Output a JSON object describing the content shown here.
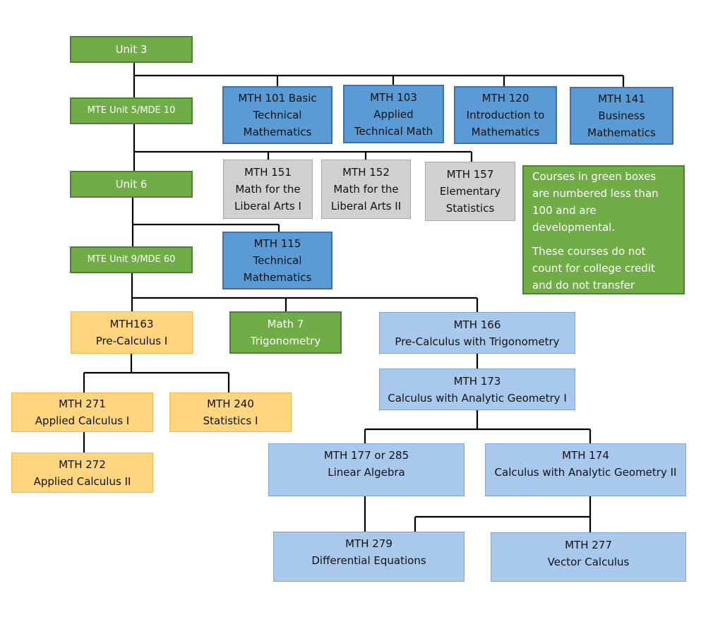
{
  "nodes": {
    "unit3": {
      "line1": "Unit 3"
    },
    "mte_unit5": {
      "line1": "MTE Unit 5/MDE 10"
    },
    "unit6": {
      "line1": "Unit 6"
    },
    "mte_unit9": {
      "line1": "MTE Unit 9/MDE 60"
    },
    "mth101": {
      "line1": "MTH 101 Basic",
      "line2": "Technical",
      "line3": "Mathematics"
    },
    "mth103": {
      "line1": "MTH 103",
      "line2": "Applied",
      "line3": "Technical Math"
    },
    "mth120": {
      "line1": "MTH 120",
      "line2": "Introduction to",
      "line3": "Mathematics"
    },
    "mth141": {
      "line1": "MTH 141",
      "line2": "Business",
      "line3": "Mathematics"
    },
    "mth151": {
      "line1": "MTH 151",
      "line2": "Math for the",
      "line3": "Liberal Arts I"
    },
    "mth152": {
      "line1": "MTH 152",
      "line2": "Math for the",
      "line3": "Liberal Arts II"
    },
    "mth157": {
      "line1": "MTH 157",
      "line2": "Elementary",
      "line3": "Statistics"
    },
    "mth115": {
      "line1": "MTH 115",
      "line2": "Technical",
      "line3": "Mathematics"
    },
    "mth163": {
      "line1": "MTH163",
      "line2": "Pre-Calculus I"
    },
    "math7": {
      "line1": "Math 7",
      "line2": "Trigonometry"
    },
    "mth166": {
      "line1": "MTH 166",
      "line2": "Pre-Calculus with Trigonometry"
    },
    "mth173": {
      "line1": "MTH 173",
      "line2": "Calculus with Analytic Geometry I"
    },
    "mth271": {
      "line1": "MTH 271",
      "line2": "Applied Calculus I"
    },
    "mth240": {
      "line1": "MTH 240",
      "line2": "Statistics I"
    },
    "mth272": {
      "line1": "MTH 272",
      "line2": "Applied Calculus II"
    },
    "mth177": {
      "line1": "MTH 177 or 285",
      "line2": "Linear Algebra"
    },
    "mth174": {
      "line1": "MTH 174",
      "line2": "Calculus with Analytic Geometry II"
    },
    "mth279": {
      "line1": "MTH 279",
      "line2": "Differential Equations"
    },
    "mth277": {
      "line1": "MTH 277",
      "line2": "Vector Calculus"
    }
  },
  "note": {
    "para1": "Courses in green boxes are numbered less than 100 and are developmental.",
    "para2": "These courses do not count for college credit and do not transfer"
  },
  "colors": {
    "developmental_green": "#70ad47",
    "blue": "#5b9bd5",
    "gray": "#d0d0d0",
    "orange": "#ffd57f",
    "light_blue": "#a9c9ec",
    "connector": "#000000"
  }
}
